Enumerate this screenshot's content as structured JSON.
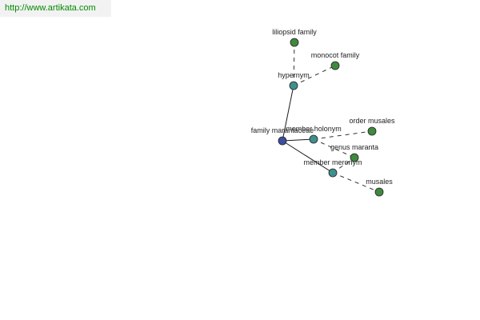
{
  "source_link": "http://www.artikata.com",
  "colors": {
    "link": "#008a00",
    "root_node": "#3b4ea0",
    "relation_node": "#3f8f8f",
    "term_node": "#3f8a3f",
    "solid_edge": "#1a1a1a",
    "dashed_edge": "#333333"
  },
  "graph": {
    "nodes": [
      {
        "id": "root",
        "label": "family marantaceae",
        "kind": "root"
      },
      {
        "id": "hypernym",
        "label": "hypernym",
        "kind": "relation"
      },
      {
        "id": "member_holonym",
        "label": "member holonym",
        "kind": "relation"
      },
      {
        "id": "member_meronym",
        "label": "member meronym",
        "kind": "relation"
      },
      {
        "id": "liliopsid",
        "label": "liliopsid family",
        "kind": "term"
      },
      {
        "id": "monocot",
        "label": "monocot family",
        "kind": "term"
      },
      {
        "id": "order_musales",
        "label": "order musales",
        "kind": "term"
      },
      {
        "id": "genus_maranta",
        "label": "genus maranta",
        "kind": "term"
      },
      {
        "id": "musales",
        "label": "musales",
        "kind": "term"
      }
    ],
    "edges": [
      {
        "from": "root",
        "to": "hypernym",
        "style": "solid"
      },
      {
        "from": "root",
        "to": "member_holonym",
        "style": "solid"
      },
      {
        "from": "root",
        "to": "member_meronym",
        "style": "solid"
      },
      {
        "from": "hypernym",
        "to": "liliopsid",
        "style": "dashed"
      },
      {
        "from": "hypernym",
        "to": "monocot",
        "style": "dashed"
      },
      {
        "from": "member_holonym",
        "to": "order_musales",
        "style": "dashed"
      },
      {
        "from": "member_holonym",
        "to": "genus_maranta",
        "style": "dashed"
      },
      {
        "from": "member_meronym",
        "to": "genus_maranta",
        "style": "dashed"
      },
      {
        "from": "member_meronym",
        "to": "musales",
        "style": "dashed"
      }
    ]
  }
}
